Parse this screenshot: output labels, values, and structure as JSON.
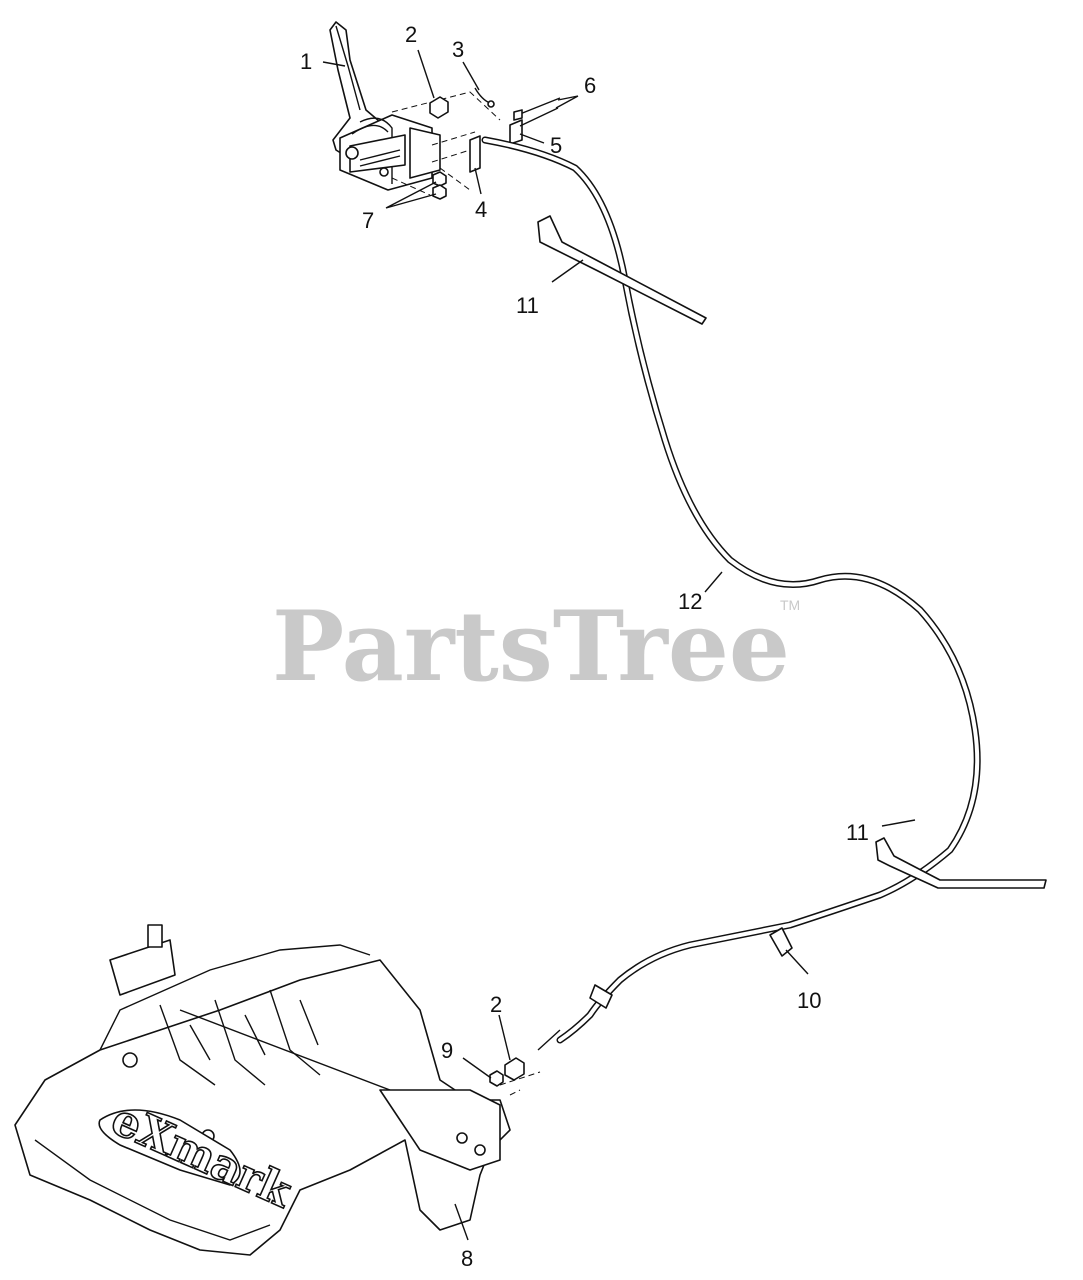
{
  "watermark": {
    "text": "PartsTree",
    "trademark": "TM"
  },
  "logo_text": "eXmark",
  "callouts": [
    {
      "id": "callout-1",
      "text": "1"
    },
    {
      "id": "callout-2a",
      "text": "2"
    },
    {
      "id": "callout-3",
      "text": "3"
    },
    {
      "id": "callout-6",
      "text": "6"
    },
    {
      "id": "callout-5",
      "text": "5"
    },
    {
      "id": "callout-4",
      "text": "4"
    },
    {
      "id": "callout-7",
      "text": "7"
    },
    {
      "id": "callout-11a",
      "text": "11"
    },
    {
      "id": "callout-12",
      "text": "12"
    },
    {
      "id": "callout-11b",
      "text": "11"
    },
    {
      "id": "callout-10",
      "text": "10"
    },
    {
      "id": "callout-2b",
      "text": "2"
    },
    {
      "id": "callout-9",
      "text": "9"
    },
    {
      "id": "callout-8",
      "text": "8"
    }
  ]
}
